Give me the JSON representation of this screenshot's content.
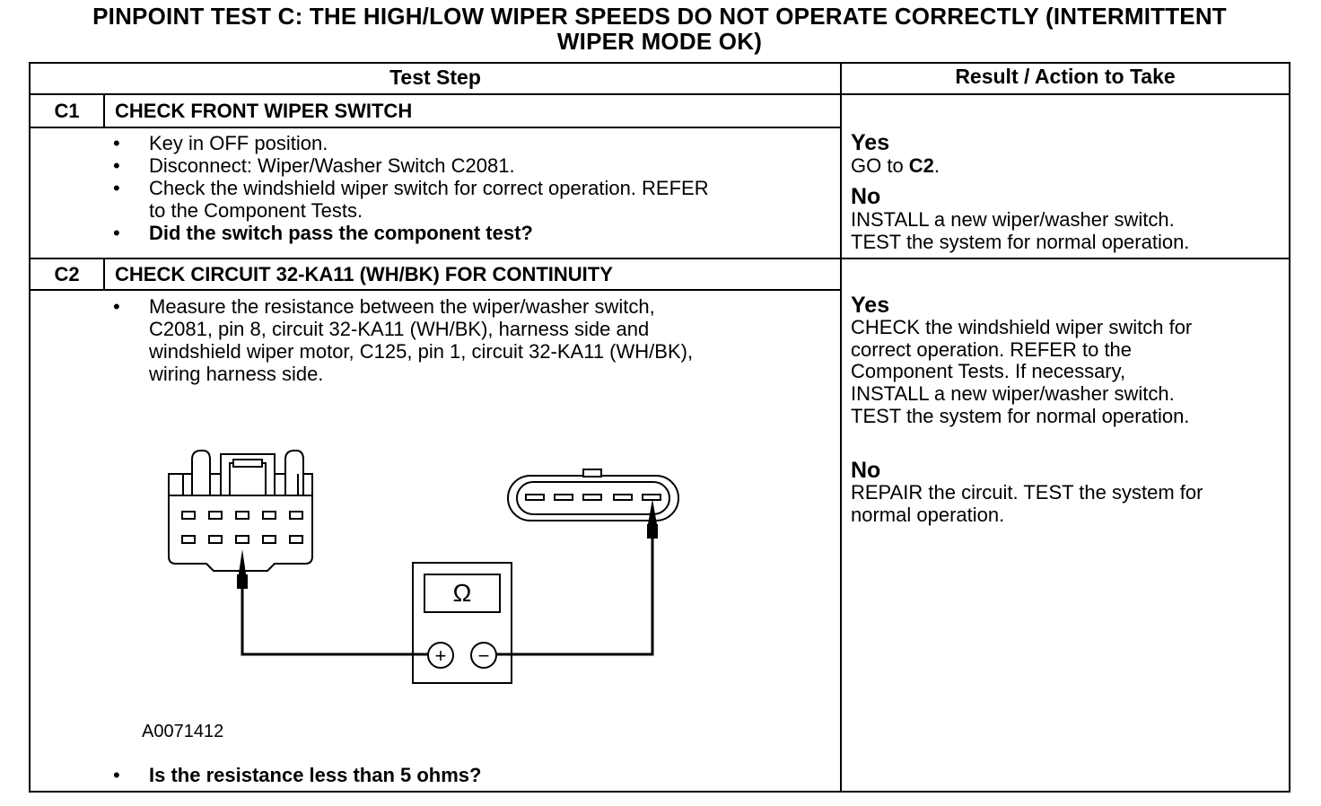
{
  "title_line1": "PINPOINT TEST  C: THE HIGH/LOW WIPER SPEEDS DO NOT OPERATE CORRECTLY (INTERMITTENT",
  "title_line2": "WIPER MODE OK)",
  "headers": {
    "test_step": "Test Step",
    "result": "Result / Action to Take"
  },
  "c1": {
    "id": "C1",
    "title": "CHECK FRONT WIPER SWITCH",
    "steps": [
      "Key in OFF position.",
      "Disconnect: Wiper/Washer Switch C2081.",
      "Check the windshield wiper switch for correct operation. REFER",
      "to the Component Tests.",
      "Did the switch pass the component test?"
    ],
    "yes_label": "Yes",
    "yes_text_pre": "GO to ",
    "yes_text_bold": "C2",
    "yes_text_post": ".",
    "no_label": "No",
    "no_lines": [
      "INSTALL a new wiper/washer switch.",
      "TEST the system for normal operation."
    ]
  },
  "c2": {
    "id": "C2",
    "title": "CHECK CIRCUIT 32-KA11 (WH/BK) FOR CONTINUITY",
    "step_lines": [
      "Measure the resistance between the wiper/washer switch,",
      "C2081, pin 8, circuit 32-KA11 (WH/BK), harness side and",
      "windshield wiper motor, C125, pin 1, circuit 32-KA11 (WH/BK),",
      "wiring harness side."
    ],
    "figure_id": "A0071412",
    "question": "Is the resistance less than 5 ohms?",
    "yes_label": "Yes",
    "yes_lines": [
      "CHECK the windshield wiper switch for",
      "correct operation. REFER to the",
      "Component Tests. If  necessary,",
      "INSTALL a new wiper/washer switch.",
      "TEST the system for normal operation."
    ],
    "no_label": "No",
    "no_lines": [
      "REPAIR the circuit. TEST the system for",
      "normal operation."
    ]
  },
  "meter": {
    "symbol": "Ω",
    "plus": "+",
    "minus": "−"
  }
}
